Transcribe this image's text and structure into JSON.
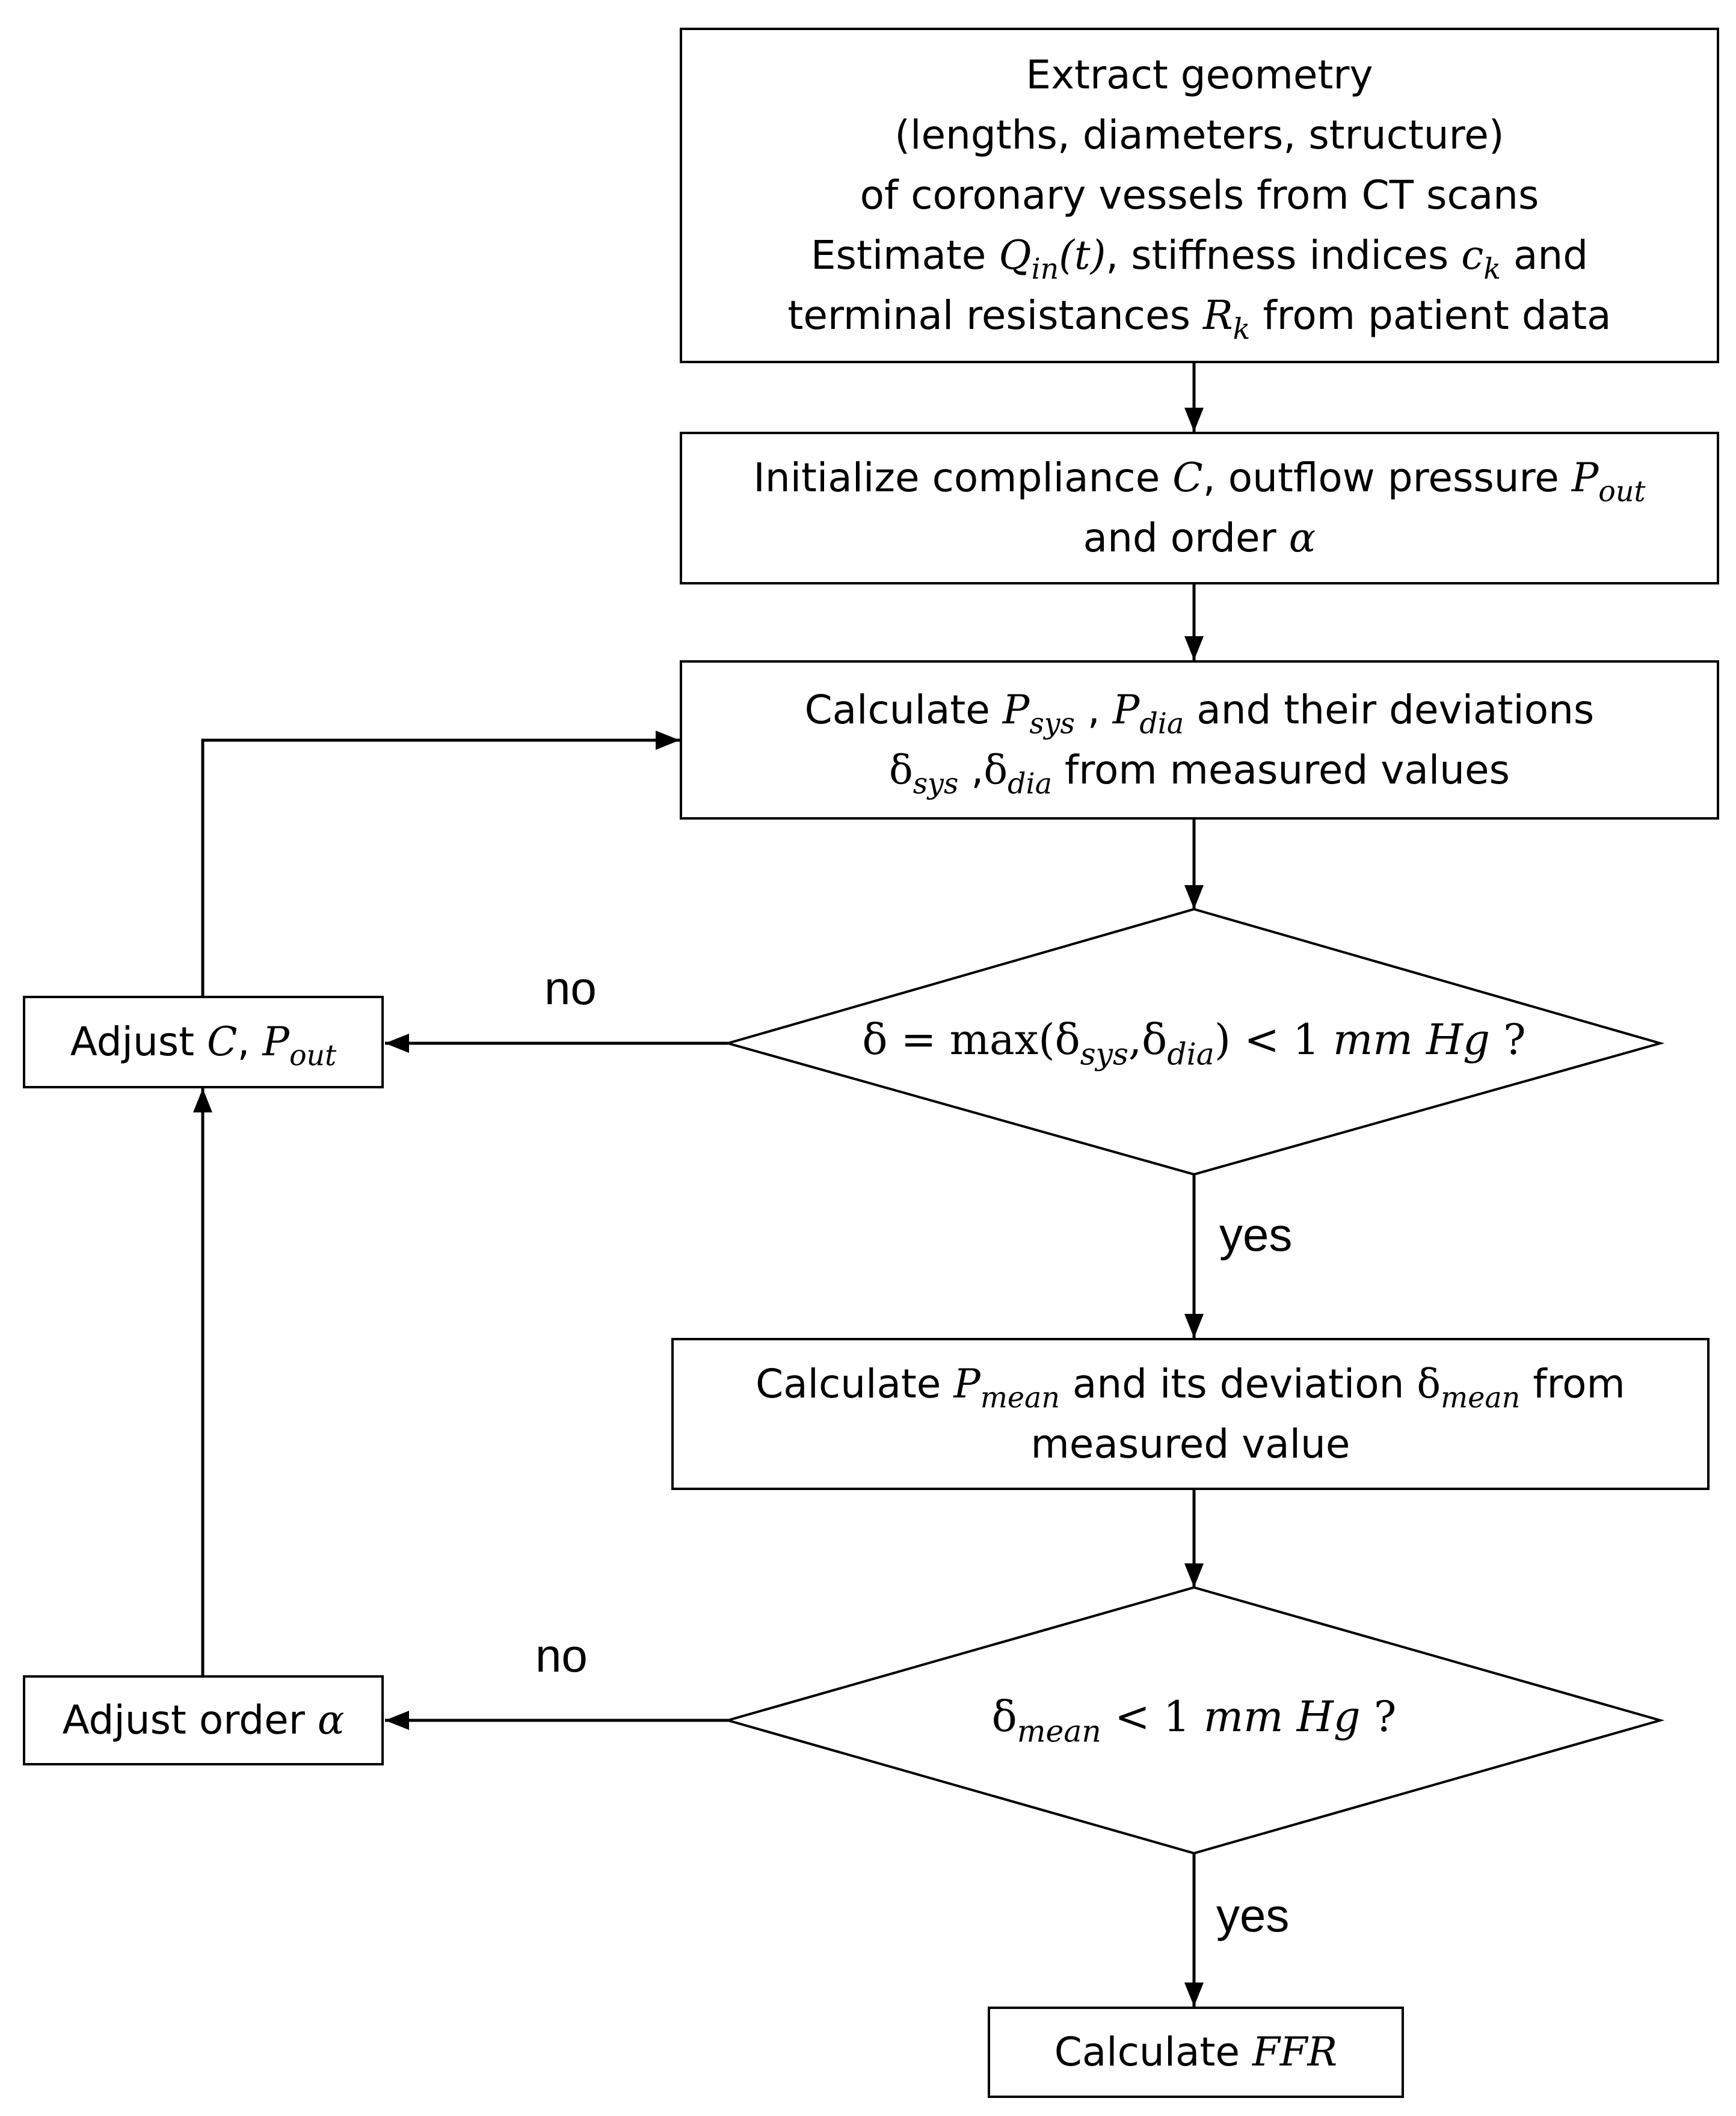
{
  "boxes": {
    "extract": {
      "line1": "Extract geometry",
      "line2": "(lengths, diameters, structure)",
      "line3": "of coronary vessels from CT scans",
      "line4_pre": "Estimate",
      "line4_Q": "Q",
      "line4_Q_sub": "in",
      "line4_t": "(t)",
      "line4_mid": ", stiffness indices",
      "line4_c": "c",
      "line4_c_sub": "k",
      "line4_post": "and",
      "line5_pre": "terminal resistances",
      "line5_R": "R",
      "line5_R_sub": "k",
      "line5_post": "from patient data"
    },
    "initialize": {
      "line1_pre": "Initialize compliance",
      "line1_C": "C",
      "line1_mid": ", outflow pressure",
      "line1_P": "P",
      "line1_P_sub": "out",
      "line2_pre": "and order",
      "line2_alpha": "α"
    },
    "calc_sys_dia": {
      "line1_pre": "Calculate",
      "P": "P",
      "sys": "sys",
      "comma": ",",
      "dia": "dia",
      "line1_post": "and their deviations",
      "delta": "δ",
      "line2_post": "from measured values"
    },
    "adjust_c": {
      "pre": "Adjust",
      "C": "C",
      "comma": ",",
      "P": "P",
      "P_sub": "out"
    },
    "calc_mean": {
      "line1_pre": "Calculate",
      "P": "P",
      "P_sub": "mean",
      "line1_mid": "and its deviation",
      "delta": "δ",
      "delta_sub": "mean",
      "line1_post": "from",
      "line2": "measured value"
    },
    "adjust_order": {
      "pre": "Adjust order",
      "alpha": "α"
    },
    "calc_ffr": {
      "pre": "Calculate",
      "FFR": "FFR"
    }
  },
  "decisions": {
    "d1": {
      "delta": "δ",
      "eq": " = max(",
      "sub_sys": "sys",
      "comma": ",",
      "sub_dia": "dia",
      "close": ")",
      "lt": " < 1 ",
      "unit": "mm Hg",
      "q": " ?"
    },
    "d2": {
      "delta": "δ",
      "sub": "mean",
      "lt": " < 1 ",
      "unit": "mm Hg",
      "q": " ?"
    }
  },
  "labels": {
    "no1": "no",
    "yes1": "yes",
    "no2": "no",
    "yes2": "yes"
  }
}
